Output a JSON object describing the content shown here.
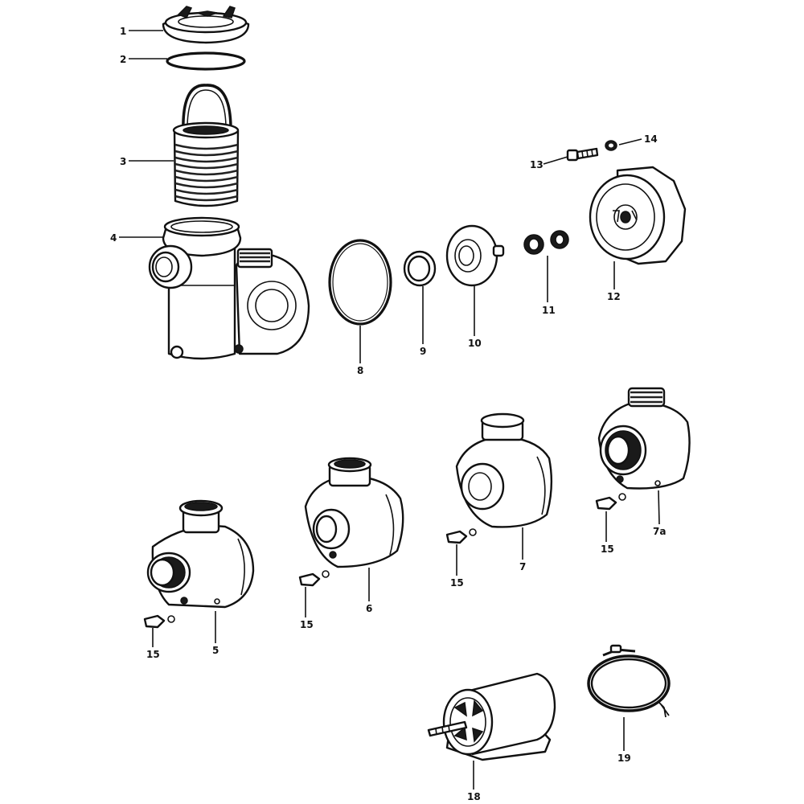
{
  "diagram": {
    "callouts": {
      "c1": "1",
      "c2": "2",
      "c3": "3",
      "c4": "4",
      "c8": "8",
      "c9": "9",
      "c10": "10",
      "c11": "11",
      "c12": "12",
      "c13": "13",
      "c14": "14",
      "c5": "5",
      "c6": "6",
      "c7": "7",
      "c7a": "7a",
      "c15a": "15",
      "c15b": "15",
      "c15c": "15",
      "c15d": "15",
      "c18": "18",
      "c19": "19"
    }
  }
}
